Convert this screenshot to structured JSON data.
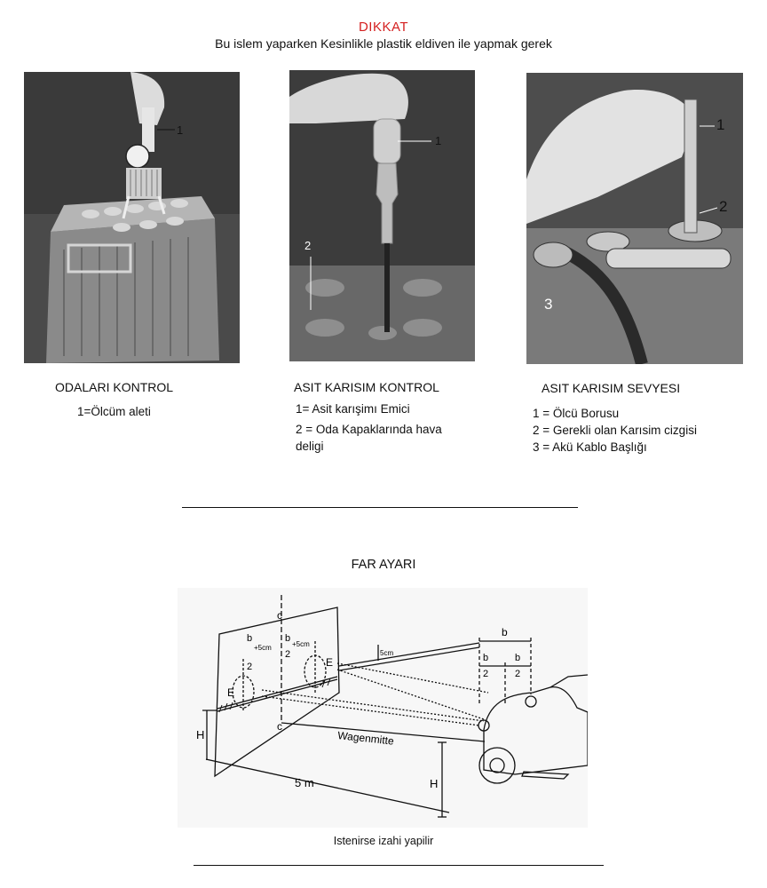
{
  "warning": {
    "title": "DIKKAT",
    "text": "Bu islem yaparken   Kesinlikle plastik eldiven  ile yapmak gerek"
  },
  "photos": [
    {
      "callouts": [
        "1"
      ],
      "caption": "ODALARI KONTROL",
      "items": [
        "1=Ölcüm aleti"
      ]
    },
    {
      "callouts": [
        "1",
        "2"
      ],
      "caption": "ASIT KARISIM KONTROL",
      "items": [
        "1= Asit karışimı  Emici",
        "2 = Oda Kapaklarında  hava",
        "deligi"
      ]
    },
    {
      "callouts": [
        "1",
        "2",
        "3"
      ],
      "caption": "ASIT KARISIM SEVYESI",
      "items": [
        "1 = Ölcü  Borusu",
        "2 = Gerekli olan  Karısim  cizgisi",
        "3 = Akü Kablo Başlığı"
      ]
    }
  ],
  "headlight": {
    "title": "FAR AYARI",
    "labels": {
      "c": "c",
      "b": "b",
      "two": "2",
      "plus5": "+5cm",
      "five_cm": "5cm",
      "E": "E",
      "H": "H",
      "wagenmitte": "Wagenmitte",
      "distance": "5 m"
    },
    "footnote": "Istenirse izahi yapilir"
  }
}
